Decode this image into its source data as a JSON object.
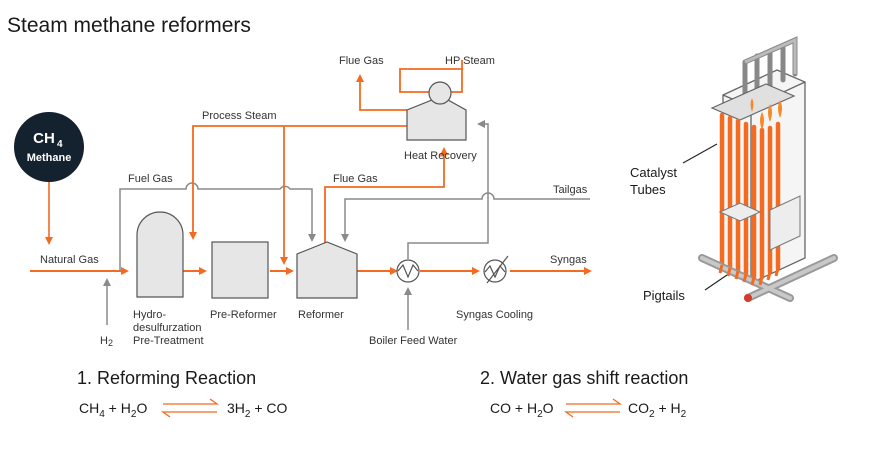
{
  "title": "Steam methane reformers",
  "methane": {
    "formula_main": "CH",
    "formula_sub": "4",
    "name": "Methane"
  },
  "labels": {
    "flue_gas_top": "Flue Gas",
    "hp_steam": "HP Steam",
    "process_steam": "Process Steam",
    "heat_recovery": "Heat Recovery",
    "fuel_gas": "Fuel Gas",
    "flue_gas_mid": "Flue Gas",
    "tailgas": "Tailgas",
    "natural_gas": "Natural Gas",
    "syngas": "Syngas",
    "h2_main": "H",
    "h2_sub": "2",
    "hds_line1": "Hydro-",
    "hds_line2": "desulfurzation",
    "hds_line3": "Pre-Treatment",
    "pre_reformer": "Pre-Reformer",
    "reformer": "Reformer",
    "syngas_cooling": "Syngas Cooling",
    "boiler_feed_water": "Boiler Feed Water"
  },
  "reactor_labels": {
    "catalyst_line1": "Catalyst",
    "catalyst_line2": "Tubes",
    "pigtails": "Pigtails"
  },
  "reaction1": {
    "title": "1. Reforming Reaction",
    "left_a": "CH",
    "left_a_sub": "4",
    "left_plus": " + H",
    "left_b_sub": "2",
    "left_b_end": "O",
    "right_a": "3H",
    "right_a_sub": "2",
    "right_end": " + CO"
  },
  "reaction2": {
    "title": "2. Water gas shift reaction",
    "left_a": "CO + H",
    "left_a_sub": "2",
    "left_end": "O",
    "right_a": "CO",
    "right_a_sub": "2",
    "right_plus": " + H",
    "right_b_sub": "2"
  },
  "colors": {
    "orange": "#f26b21",
    "gray": "#9a9a9a",
    "equip_fill": "#e6e6e6",
    "equip_stroke": "#555555",
    "methane_circle": "#14212e"
  }
}
